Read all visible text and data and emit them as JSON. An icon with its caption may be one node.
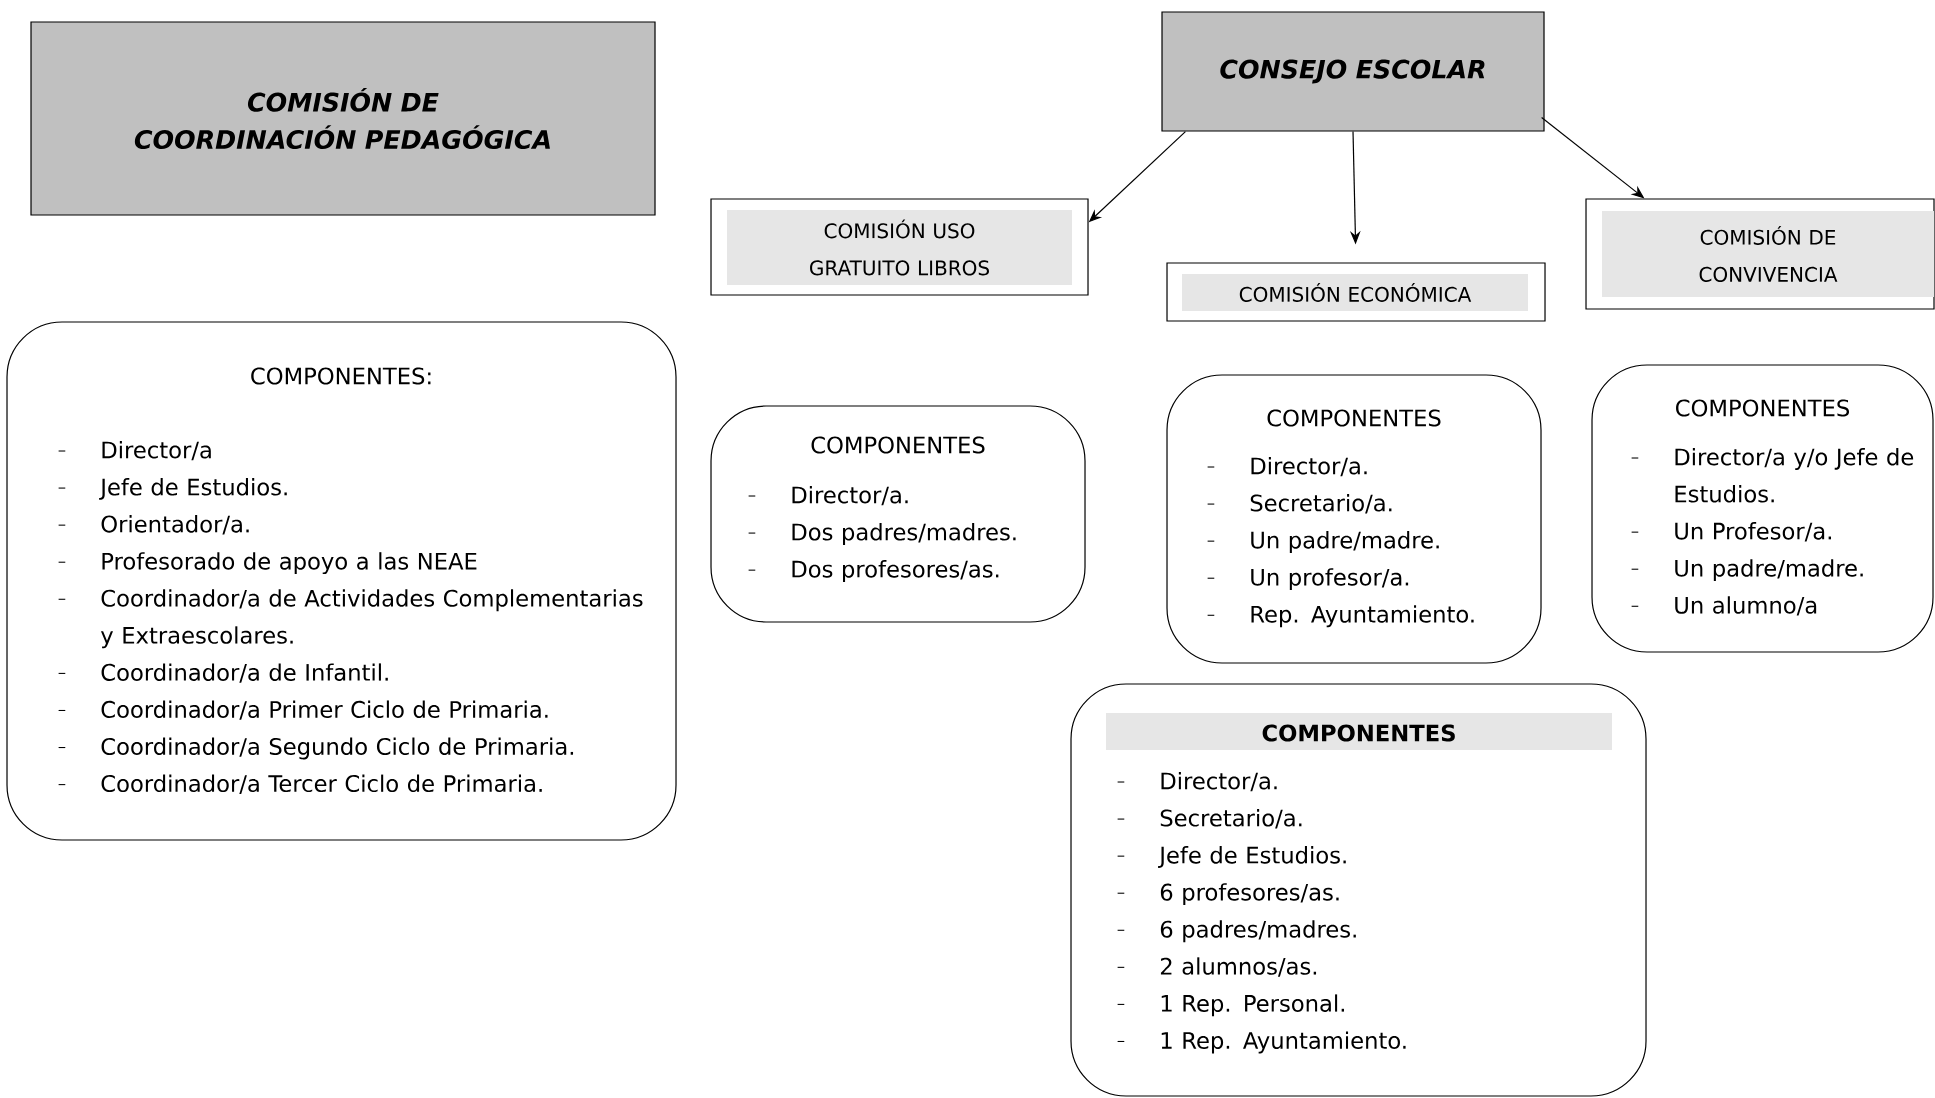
{
  "diagram": {
    "nodes": [
      {
        "text": [
          "COMISIÓN DE COORDINACIÓN PEDAGÓGICA"
        ]
      },
      {
        "text": [
          "COMPONENTES:",
          "Director/a",
          "Jefe de Estudios.",
          "Orientador/a.",
          "Profesorado de apoyo a las NEAE",
          "Coordinador/a de Actividades Complementarias y Extraescolares.",
          "Coordinador/a de Infantil.",
          "Coordinador/a Primer Ciclo de Primaria.",
          "Coordinador/a Segundo Ciclo de Primaria.",
          "Coordinador/a Tercer Ciclo de Primaria."
        ]
      },
      {
        "text": [
          "CONSEJO ESCOLAR"
        ]
      },
      {
        "text": [
          "COMISIÓN USO GRATUITO LIBROS"
        ]
      },
      {
        "text": [
          "COMISIÓN ECONÓMICA"
        ]
      },
      {
        "text": [
          "COMISIÓN DE CONVIVENCIA"
        ]
      },
      {
        "text": [
          "COMPONENTES",
          "Director/a.",
          "Dos  padres/madres.",
          "Dos profesores/as."
        ]
      },
      {
        "text": [
          "COMPONENTES",
          "Director/a.",
          "Secretario/a.",
          "Un padre/madre.",
          "Un profesor/a.",
          "Rep. Ayuntamiento."
        ]
      },
      {
        "text": [
          "COMPONENTES",
          "Director/a y/o Jefe de Estudios.",
          "Un Profesor/a.",
          "Un padre/madre.",
          "Un alumno/a"
        ]
      },
      {
        "text": [
          "COMPONENTES",
          "Director/a.",
          "Secretario/a.",
          "Jefe de Estudios.",
          "6 profesores/as.",
          "6 padres/madres.",
          "2 alumnos/as.",
          "1 Rep. Personal.",
          "1 Rep. Ayuntamiento."
        ]
      }
    ],
    "edges": [
      {
        "from": 2,
        "to": 3,
        "arrow": "to"
      },
      {
        "from": 2,
        "to": 4,
        "arrow": "to"
      },
      {
        "from": 2,
        "to": 5,
        "arrow": "to"
      }
    ]
  }
}
